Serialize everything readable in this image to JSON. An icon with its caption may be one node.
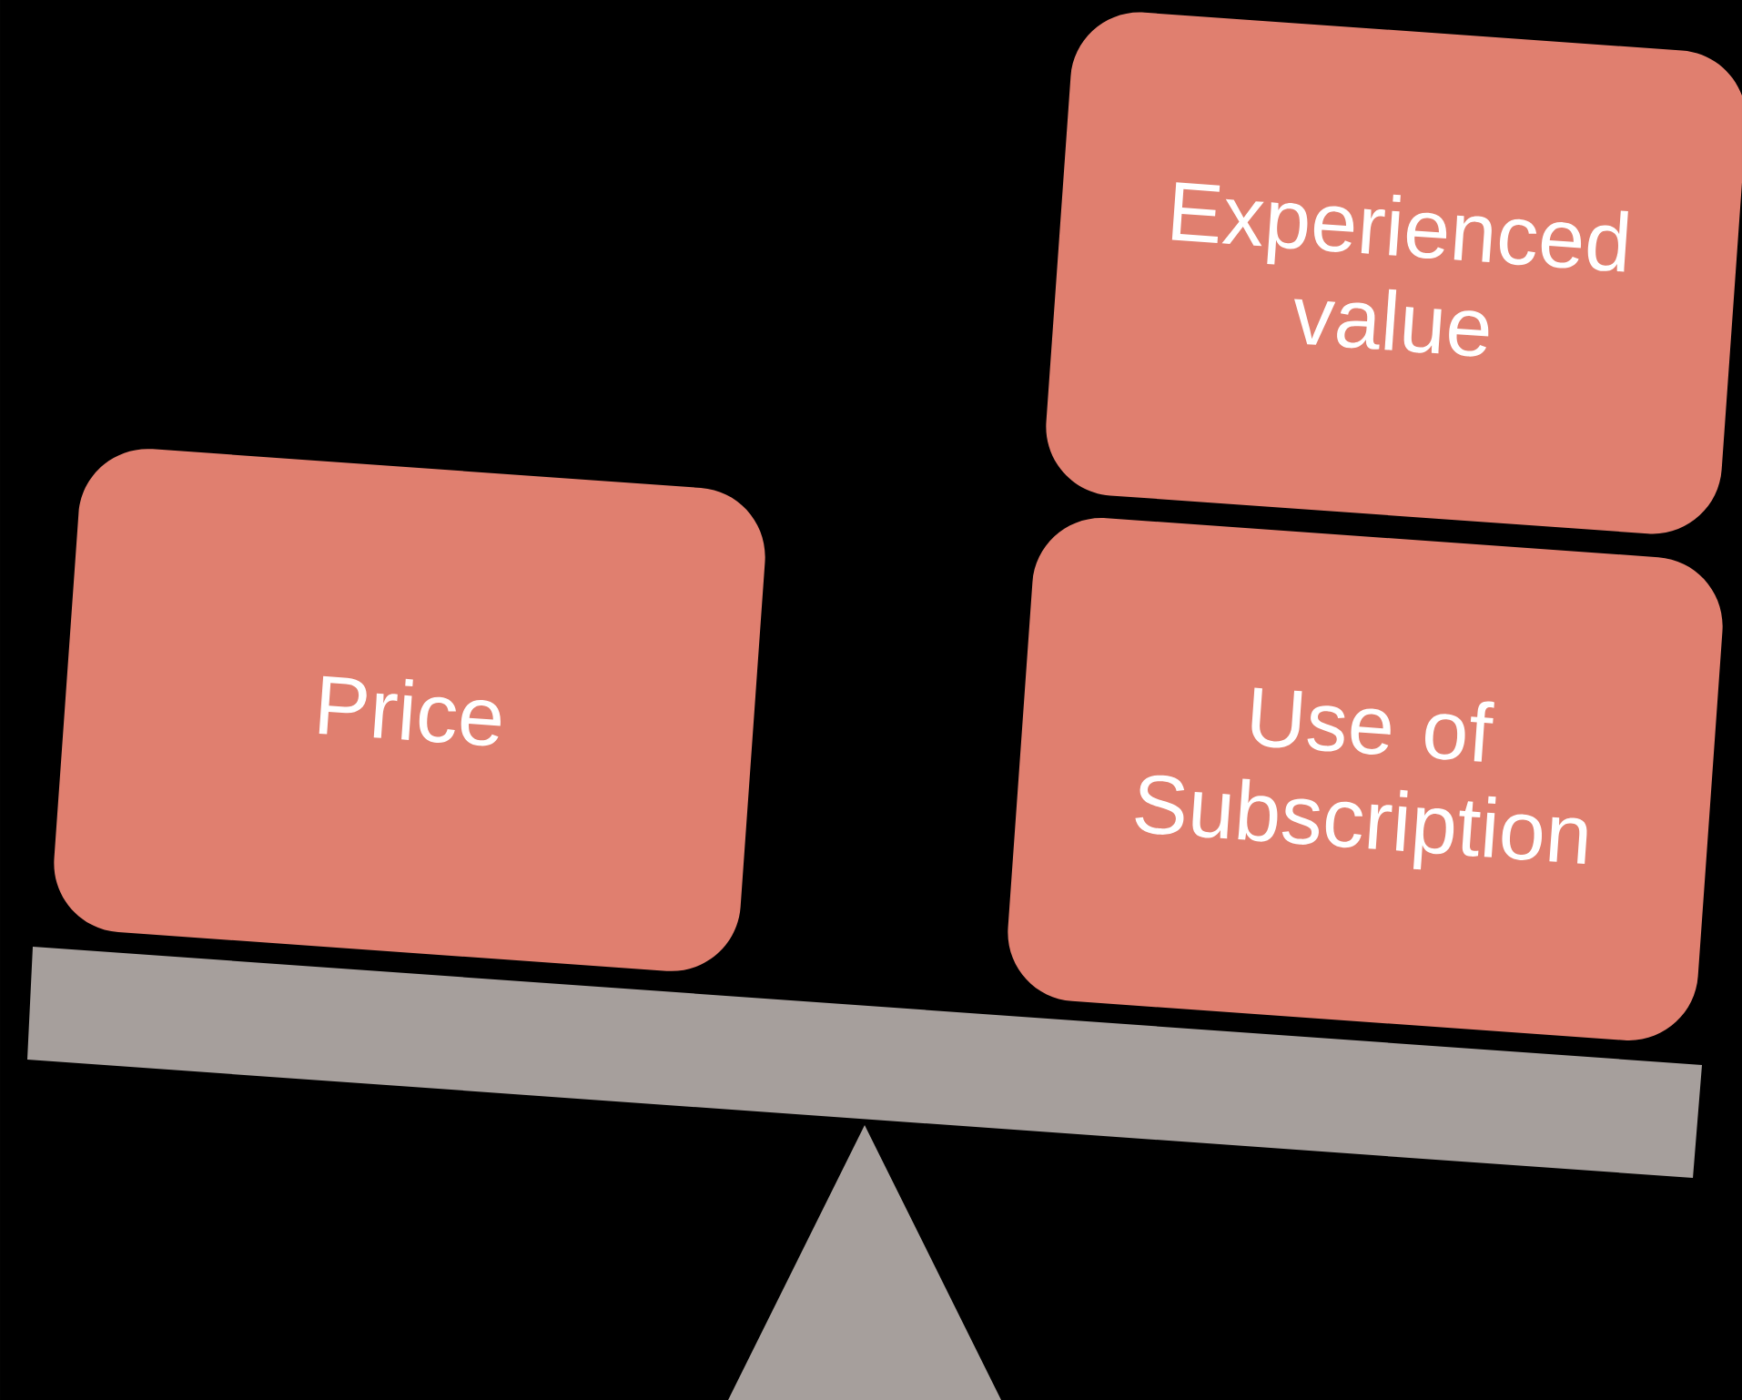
{
  "diagram": {
    "nodes": [
      {
        "text": [
          "Price"
        ]
      },
      {
        "text": [
          "Experienced value"
        ]
      },
      {
        "text": [
          "Use of Subscription"
        ]
      }
    ]
  }
}
